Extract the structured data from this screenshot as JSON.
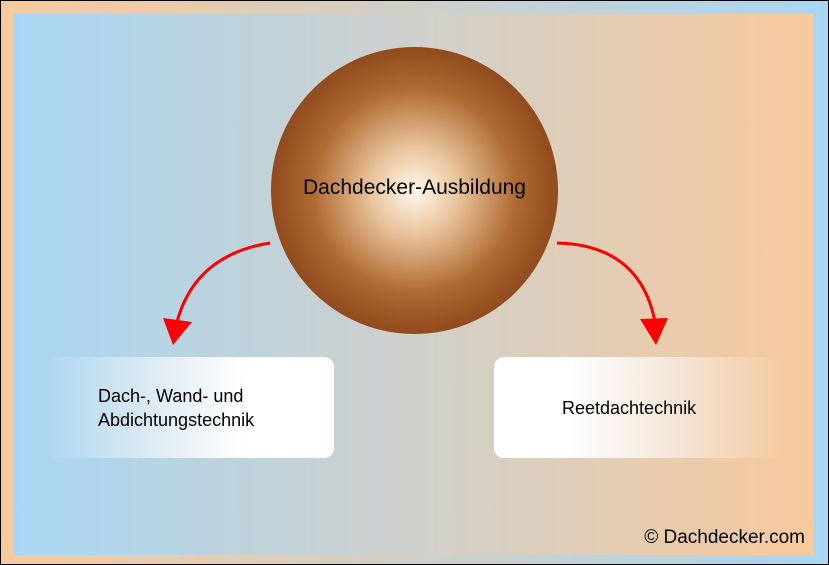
{
  "title": "Dachdecker-Ausbildung",
  "branches": [
    {
      "line1": "Dach-, Wand- und",
      "line2": "Abdichtungstechnik"
    },
    {
      "label": "Reetdachtechnik"
    }
  ],
  "copyright": "© Dachdecker.com",
  "colors": {
    "arrow": "#ff0000",
    "blue": "#a8d6f3",
    "peach": "#f8c99c"
  }
}
